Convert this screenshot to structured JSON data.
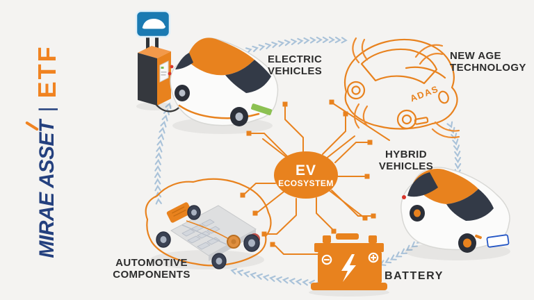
{
  "logo": {
    "brand": "MIRAE ASSET",
    "separator": "|",
    "product": "ETF"
  },
  "hub": {
    "line1": "EV",
    "line2": "ECOSYSTEM"
  },
  "labels": {
    "electric_vehicles": {
      "line1": "ELECTRIC",
      "line2": "VEHICLES"
    },
    "new_age_technology": {
      "line1": "NEW AGE",
      "line2": "TECHNOLOGY"
    },
    "hybrid_vehicles": {
      "line1": "HYBRID",
      "line2": "VEHICLES"
    },
    "battery": {
      "line1": "BATTERY"
    },
    "automotive_components": {
      "line1": "AUTOMOTIVE",
      "line2": "COMPONENTS"
    }
  },
  "adas_badge": "ADAS",
  "colors": {
    "accent": "#E8821E",
    "navy": "#24407E",
    "etf_orange": "#F08321",
    "label_text": "#2D2D2D",
    "chevron_blue": "#A9C2D9",
    "background": "#F4F3F1",
    "hub_text": "#FFFFFF"
  }
}
